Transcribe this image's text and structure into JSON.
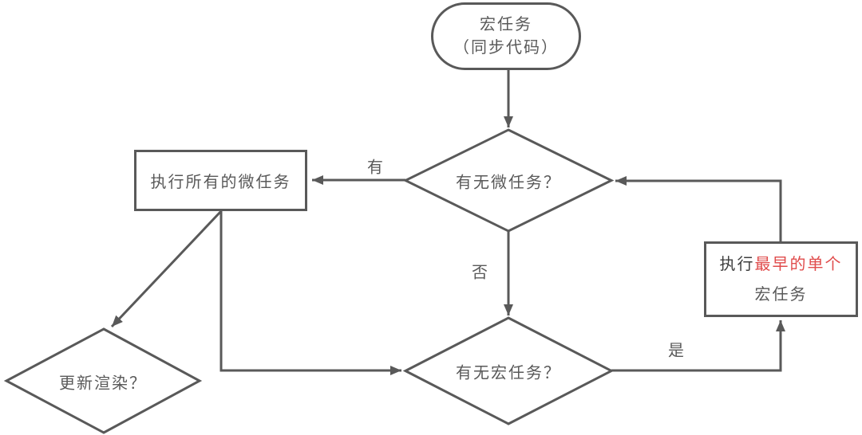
{
  "diagram": {
    "kind": "flowchart",
    "topic": "JavaScript event loop (macrotask / microtask flow)"
  },
  "nodes": {
    "start": {
      "line1": "宏任务",
      "line2": "（同步代码）"
    },
    "check_microtask": {
      "label": "有无微任务？"
    },
    "run_microtasks": {
      "label": "执行所有的微任务"
    },
    "check_macrotask": {
      "label": "有无宏任务？"
    },
    "update_render": {
      "label": "更新渲染？"
    },
    "run_macrotask": {
      "prefix": "执行",
      "highlight": "最早的单个",
      "line2": "宏任务"
    }
  },
  "edge_labels": {
    "has_micro": "有",
    "no_micro": "否",
    "has_macro": "是"
  },
  "edges": [
    {
      "from": "start",
      "to": "check_microtask",
      "label": ""
    },
    {
      "from": "check_microtask",
      "to": "run_microtasks",
      "label": "有"
    },
    {
      "from": "check_microtask",
      "to": "check_macrotask",
      "label": "否"
    },
    {
      "from": "run_microtasks",
      "to": "update_render",
      "label": ""
    },
    {
      "from": "run_microtasks",
      "to": "check_macrotask",
      "label": ""
    },
    {
      "from": "check_macrotask",
      "to": "run_macrotask",
      "label": "是"
    },
    {
      "from": "run_macrotask",
      "to": "check_microtask",
      "label": ""
    }
  ],
  "colors": {
    "stroke": "#595959",
    "text": "#595959",
    "prefix_text": "#3d3d3d",
    "highlight": "#e04b4b",
    "background": "#ffffff"
  }
}
